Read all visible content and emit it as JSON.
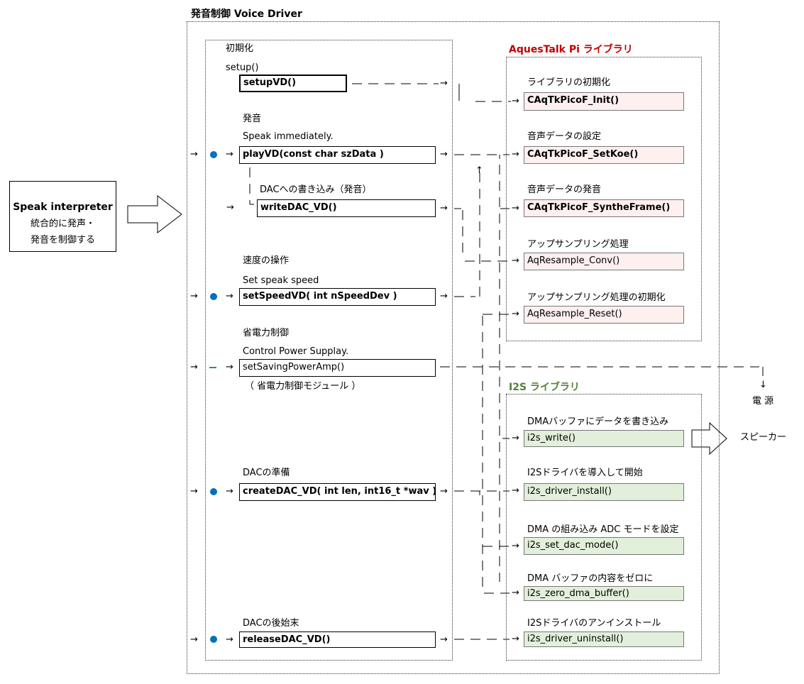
{
  "colors": {
    "aquestalk_title": "#c00000",
    "i2s_title": "#538135",
    "dot_blue": "#0070c0",
    "dash_teal": "#2e8b8b",
    "pink_fill": "#fff0f0",
    "green_fill": "#e2efda"
  },
  "outer_title": "発音制御 Voice Driver",
  "interpreter": {
    "title": "Speak interpreter",
    "desc1": "統合的に発声・",
    "desc2": "発音を制御する"
  },
  "voice_driver": {
    "init": {
      "label": "初期化",
      "sub": "setup()",
      "fn": "setupVD()"
    },
    "speak": {
      "label": "発音",
      "sub": "Speak immediately.",
      "fn": "playVD(const char szData )"
    },
    "dac_write": {
      "label": "DACへの書き込み（発音）",
      "fn": "writeDAC_VD()"
    },
    "speed": {
      "label": "速度の操作",
      "sub": "Set speak speed",
      "fn": "setSpeedVD( int nSpeedDev )"
    },
    "power": {
      "label": "省電力制御",
      "sub": "Control Power Supplay.",
      "fn": "setSavingPowerAmp()",
      "note": "（  省電力制御モジュール  ）"
    },
    "dac_prep": {
      "label": "DACの準備",
      "fn": "createDAC_VD( int len, int16_t *wav )"
    },
    "dac_release": {
      "label": "DACの後始末",
      "fn": "releaseDAC_VD()"
    }
  },
  "aquestalk": {
    "title": "AquesTalk Pi ライブラリ",
    "items": [
      {
        "label": "ライブラリの初期化",
        "fn": "CAqTkPicoF_Init()"
      },
      {
        "label": "音声データの設定",
        "fn": "CAqTkPicoF_SetKoe()"
      },
      {
        "label": "音声データの発音",
        "fn": "CAqTkPicoF_SyntheFrame()"
      },
      {
        "label": "アップサンプリング処理",
        "fn": "AqResample_Conv()"
      },
      {
        "label": "アップサンプリング処理の初期化",
        "fn": "AqResample_Reset()"
      }
    ]
  },
  "i2s": {
    "title": "I2S ライブラリ",
    "items": [
      {
        "label": "DMAバッファにデータを書き込み",
        "fn": "i2s_write()"
      },
      {
        "label": "I2Sドライバを導入して開始",
        "fn": "i2s_driver_install()"
      },
      {
        "label": "DMA の組み込み ADC モードを設定",
        "fn": "i2s_set_dac_mode()"
      },
      {
        "label": "DMA バッファの内容をゼロに",
        "fn": "i2s_zero_dma_buffer()"
      },
      {
        "label": "I2Sドライバのアンインストール",
        "fn": "i2s_driver_uninstall()"
      }
    ]
  },
  "power_supply": "電 源",
  "speaker": "スピーカー",
  "icons": {
    "arrow_right": "→",
    "arrow_down": "↓",
    "arrow_up": "↑"
  }
}
